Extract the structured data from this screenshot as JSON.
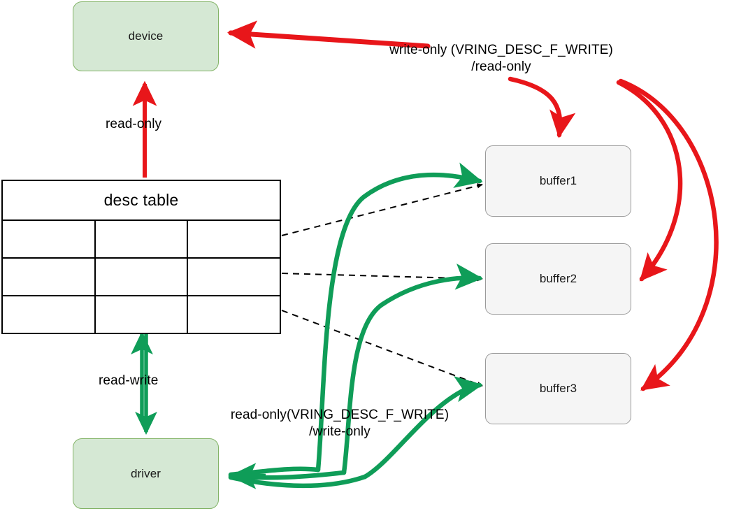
{
  "diagram": {
    "title": "virtio descriptor table buffer access diagram",
    "colors": {
      "device_driver_fill": "#d5e8d4",
      "device_driver_stroke": "#82b366",
      "buffer_fill": "#f5f5f5",
      "buffer_stroke": "#9a9a9a",
      "red_arrow": "#e8161a",
      "green_arrow": "#0f9d58",
      "dashed_line": "#000000",
      "table_stroke": "#000000",
      "background": "#ffffff"
    },
    "nodes": [
      {
        "id": "device",
        "label": "device",
        "kind": "green-box"
      },
      {
        "id": "driver",
        "label": "driver",
        "kind": "green-box"
      },
      {
        "id": "buffer1",
        "label": "buffer1",
        "kind": "gray-box"
      },
      {
        "id": "buffer2",
        "label": "buffer2",
        "kind": "gray-box"
      },
      {
        "id": "buffer3",
        "label": "buffer3",
        "kind": "gray-box"
      }
    ],
    "table": {
      "title": "desc table",
      "rows": 3,
      "cols": 3,
      "cells": [
        [
          "",
          "",
          ""
        ],
        [
          "",
          "",
          ""
        ],
        [
          "",
          "",
          ""
        ]
      ]
    },
    "edges": [
      {
        "id": "desc-to-device",
        "from": "desc table",
        "to": "device",
        "color": "red",
        "arrowheads": "single",
        "label": "read-only"
      },
      {
        "id": "desc-to-driver",
        "from": "desc table",
        "to": "driver",
        "color": "green",
        "arrowheads": "double",
        "label": "read-write"
      },
      {
        "id": "device-to-buffers",
        "from": "device",
        "to": "buffer1 / buffer2 / buffer3",
        "color": "red",
        "arrowheads": "single",
        "label_line1": "write-only (VRING_DESC_F_WRITE)",
        "label_line2": "/read-only"
      },
      {
        "id": "driver-to-buffers",
        "from": "driver",
        "to": "buffer1 / buffer2 / buffer3",
        "color": "green",
        "arrowheads": "single",
        "label_line1": "read-only(VRING_DESC_F_WRITE)",
        "label_line2": "/write-only"
      },
      {
        "id": "desc-entry-1-to-buffer1",
        "from": "desc table row 1",
        "to": "buffer1",
        "color": "black",
        "style": "dashed",
        "label": ""
      },
      {
        "id": "desc-entry-2-to-buffer2",
        "from": "desc table row 2",
        "to": "buffer2",
        "color": "black",
        "style": "dashed",
        "label": ""
      },
      {
        "id": "desc-entry-3-to-buffer3",
        "from": "desc table row 3",
        "to": "buffer3",
        "color": "black",
        "style": "dashed",
        "label": ""
      }
    ],
    "labels": {
      "read_only": "read-only",
      "read_write": "read-write",
      "device_buffer_line1": "write-only (VRING_DESC_F_WRITE)",
      "device_buffer_line2": "/read-only",
      "driver_buffer_line1": "read-only(VRING_DESC_F_WRITE)",
      "driver_buffer_line2": "/write-only"
    }
  }
}
